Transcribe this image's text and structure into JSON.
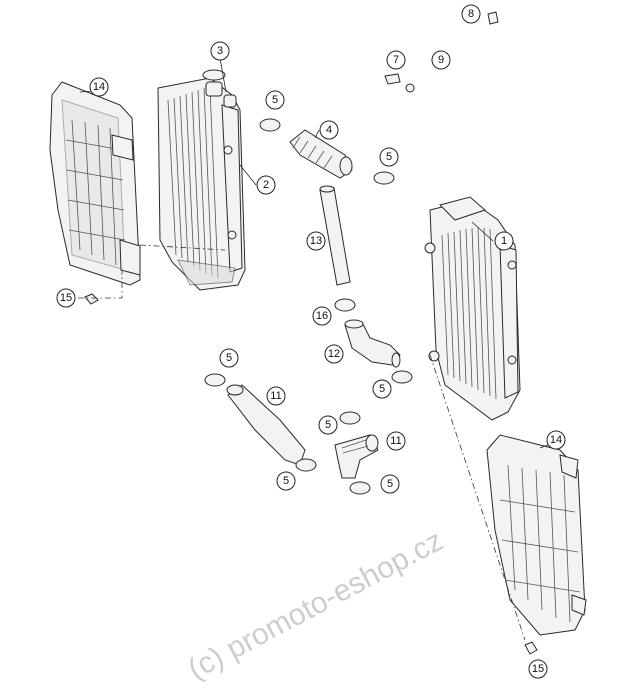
{
  "callouts": {
    "c1": "1",
    "c2": "2",
    "c3": "3",
    "c4": "4",
    "c5a": "5",
    "c5b": "5",
    "c5c": "5",
    "c5d": "5",
    "c5e": "5",
    "c5f": "5",
    "c5g": "5",
    "c7": "7",
    "c8": "8",
    "c9": "9",
    "c11a": "11",
    "c11b": "11",
    "c12": "12",
    "c13": "13",
    "c14a": "14",
    "c14b": "14",
    "c15a": "15",
    "c15b": "15",
    "c16": "16"
  },
  "watermark": "(c) promoto-eshop.cz"
}
